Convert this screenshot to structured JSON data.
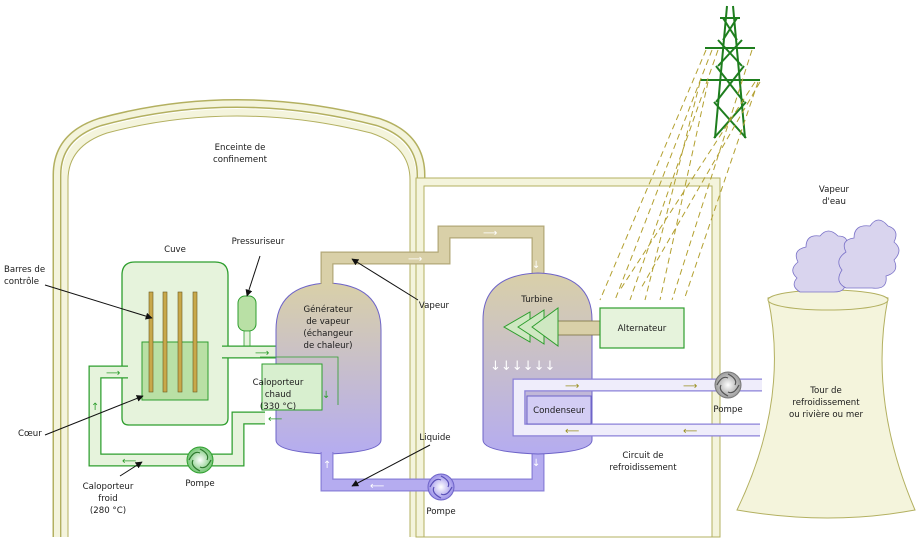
{
  "labels": {
    "enceinte_1": "Enceinte de",
    "enceinte_2": "confinement",
    "cuve": "Cuve",
    "barres_1": "Barres de",
    "barres_2": "contrôle",
    "coeur": "Cœur",
    "pressuriseur": "Pressuriseur",
    "generateur_1": "Générateur",
    "generateur_2": "de vapeur",
    "generateur_3": "(échangeur",
    "generateur_4": "de chaleur)",
    "caloporteur_chaud_1": "Caloporteur",
    "caloporteur_chaud_2": "chaud",
    "caloporteur_chaud_3": "(330 °C)",
    "caloporteur_froid_1": "Caloporteur",
    "caloporteur_froid_2": "froid",
    "caloporteur_froid_3": "(280 °C)",
    "pompe_primaire": "Pompe",
    "vapeur": "Vapeur",
    "liquide": "Liquide",
    "pompe_secondaire": "Pompe",
    "turbine": "Turbine",
    "alternateur": "Alternateur",
    "condenseur": "Condenseur",
    "circuit_1": "Circuit de",
    "circuit_2": "refroidissement",
    "pompe_refroid": "Pompe",
    "vapeur_eau_1": "Vapeur",
    "vapeur_eau_2": "d'eau",
    "tour_1": "Tour de",
    "tour_2": "refroidissement",
    "tour_3": "ou rivière ou mer"
  },
  "colors": {
    "containment_fill": "#f4f4dc",
    "containment_stroke": "#b3b060",
    "primary_green": "#2e9e2e",
    "light_green": "#e6f3dc",
    "core_green": "#b9e0a5",
    "steam_tan": "#d9d0a8",
    "liquid_violet": "#b5acf0",
    "coolant_blue": "#cfcaf5",
    "pylon_green": "#1e7e1e",
    "tower_fill": "#f4f4dc",
    "cloud_fill": "#d9d4ee"
  },
  "icons": [
    "pump-icon",
    "turbine-icon",
    "pylon-icon",
    "steam-cloud-icon"
  ]
}
